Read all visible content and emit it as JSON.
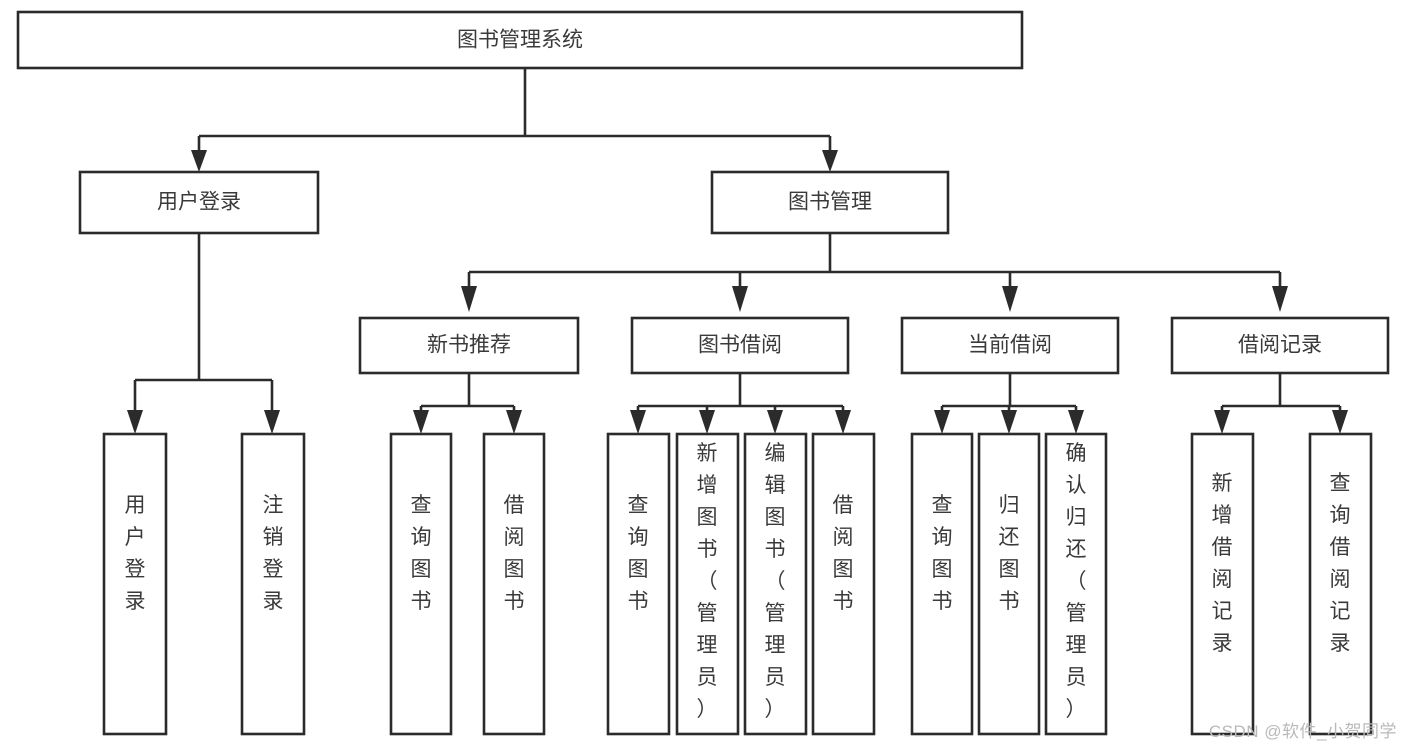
{
  "diagram": {
    "type": "tree",
    "title": "图书管理系统",
    "orientation": "top-down",
    "watermark": "CSDN @软件_小贺同学",
    "colors": {
      "box_stroke": "#2b2b2b",
      "box_fill": "#ffffff",
      "text": "#3a3a3a",
      "connector": "#2b2b2b",
      "watermark": "#b9b9b9",
      "background": "#ffffff"
    },
    "nodes": {
      "root": {
        "label": "图书管理系统",
        "level": 0,
        "orientation": "horizontal"
      },
      "l1": [
        {
          "id": "user-login",
          "label": "用户登录",
          "level": 1,
          "orientation": "horizontal"
        },
        {
          "id": "book-manage",
          "label": "图书管理",
          "level": 1,
          "orientation": "horizontal"
        }
      ],
      "l2": [
        {
          "id": "new-book-recommend",
          "label": "新书推荐",
          "level": 2,
          "orientation": "horizontal",
          "parent": "book-manage"
        },
        {
          "id": "book-borrow",
          "label": "图书借阅",
          "level": 2,
          "orientation": "horizontal",
          "parent": "book-manage"
        },
        {
          "id": "current-borrow",
          "label": "当前借阅",
          "level": 2,
          "orientation": "horizontal",
          "parent": "book-manage"
        },
        {
          "id": "borrow-record",
          "label": "借阅记录",
          "level": 2,
          "orientation": "horizontal",
          "parent": "book-manage"
        }
      ],
      "leaves": [
        {
          "id": "leaf-user-login",
          "label": "用户登录",
          "parent": "user-login",
          "orientation": "vertical"
        },
        {
          "id": "leaf-logout",
          "label": "注销登录",
          "parent": "user-login",
          "orientation": "vertical"
        },
        {
          "id": "leaf-query-book-1",
          "label": "查询图书",
          "parent": "new-book-recommend",
          "orientation": "vertical"
        },
        {
          "id": "leaf-borrow-book-1",
          "label": "借阅图书",
          "parent": "new-book-recommend",
          "orientation": "vertical"
        },
        {
          "id": "leaf-query-book-2",
          "label": "查询图书",
          "parent": "book-borrow",
          "orientation": "vertical"
        },
        {
          "id": "leaf-add-book",
          "label": "新增图书（管理员）",
          "parent": "book-borrow",
          "orientation": "vertical"
        },
        {
          "id": "leaf-edit-book",
          "label": "编辑图书（管理员）",
          "parent": "book-borrow",
          "orientation": "vertical"
        },
        {
          "id": "leaf-borrow-book-2",
          "label": "借阅图书",
          "parent": "book-borrow",
          "orientation": "vertical"
        },
        {
          "id": "leaf-query-book-3",
          "label": "查询图书",
          "parent": "current-borrow",
          "orientation": "vertical"
        },
        {
          "id": "leaf-return-book",
          "label": "归还图书",
          "parent": "current-borrow",
          "orientation": "vertical"
        },
        {
          "id": "leaf-confirm-return",
          "label": "确认归还（管理员）",
          "parent": "current-borrow",
          "orientation": "vertical"
        },
        {
          "id": "leaf-add-record",
          "label": "新增借阅记录",
          "parent": "borrow-record",
          "orientation": "vertical"
        },
        {
          "id": "leaf-query-record",
          "label": "查询借阅记录",
          "parent": "borrow-record",
          "orientation": "vertical"
        }
      ]
    }
  }
}
